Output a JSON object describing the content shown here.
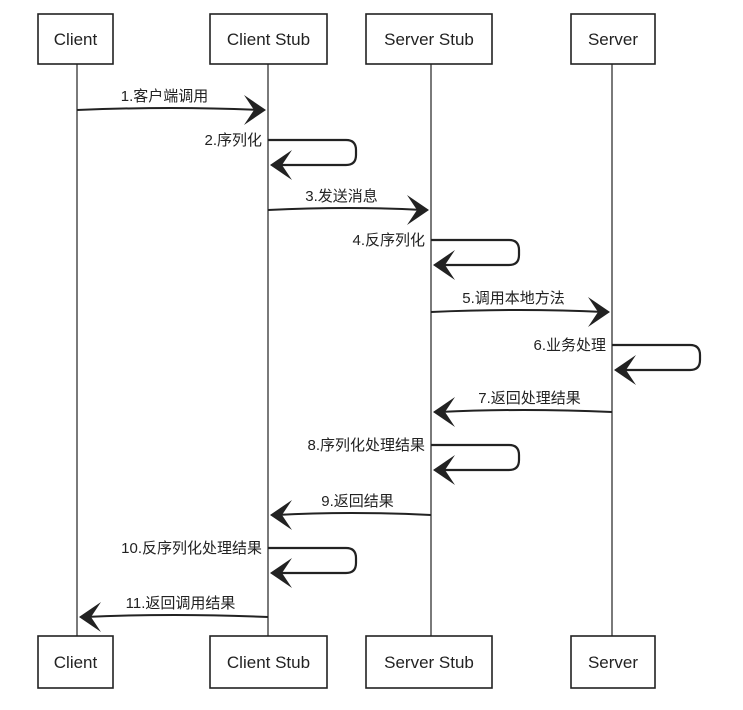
{
  "participants": [
    "Client",
    "Client Stub",
    "Server Stub",
    "Server"
  ],
  "messages": [
    {
      "from": 0,
      "to": 1,
      "label": "1.客户端调用"
    },
    {
      "from": 1,
      "to": 1,
      "label": "2.序列化"
    },
    {
      "from": 1,
      "to": 2,
      "label": "3.发送消息"
    },
    {
      "from": 2,
      "to": 2,
      "label": "4.反序列化"
    },
    {
      "from": 2,
      "to": 3,
      "label": "5.调用本地方法"
    },
    {
      "from": 3,
      "to": 3,
      "label": "6.业务处理"
    },
    {
      "from": 3,
      "to": 2,
      "label": "7.返回处理结果"
    },
    {
      "from": 2,
      "to": 2,
      "label": "8.序列化处理结果"
    },
    {
      "from": 2,
      "to": 1,
      "label": "9.返回结果"
    },
    {
      "from": 1,
      "to": 1,
      "label": "10.反序列化处理结果"
    },
    {
      "from": 1,
      "to": 0,
      "label": "11.返回调用结果"
    }
  ],
  "colors": {
    "line": "#222222",
    "background": "#ffffff"
  }
}
